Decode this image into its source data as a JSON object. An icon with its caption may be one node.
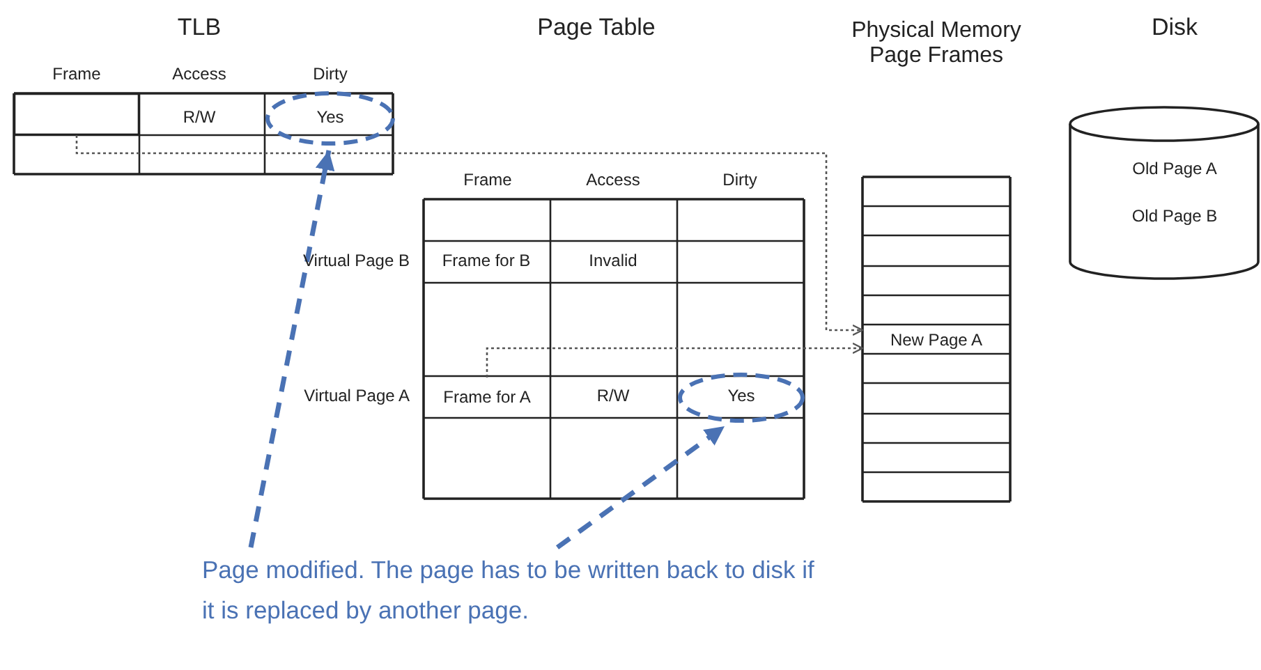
{
  "diagram": {
    "nodes": [
      {
        "text": [
          "TLB",
          "Frame",
          "Access",
          "Dirty"
        ]
      },
      {
        "text": [],
        "shape": "box",
        "in": 0
      },
      {
        "text": [
          "Yes"
        ],
        "in": 0
      },
      {
        "text": [
          "Page Table",
          "Frame",
          "Access",
          "Dirty"
        ]
      },
      {
        "text": [
          "Frame for A"
        ],
        "in": 3
      },
      {
        "text": [
          "Yes"
        ],
        "in": 3
      },
      {
        "text": [
          "Physical Memory Page Frames"
        ]
      },
      {
        "text": [
          "New Page A"
        ],
        "in": 6
      },
      {
        "text": [
          "Disk",
          "Old Page A",
          "Old Page B"
        ]
      },
      {
        "text": [
          "Page modified. The page has to be written back to disk if it is replaced by another page."
        ]
      }
    ],
    "edges": [
      {
        "from": 1,
        "to": 7,
        "arrow": "to",
        "style": "dashed",
        "color": "#555555"
      },
      {
        "from": 4,
        "to": 7,
        "arrow": "to",
        "style": "dashed",
        "color": "#555555"
      },
      {
        "from": 9,
        "to": 2,
        "arrow": "to",
        "style": "dashed",
        "color": "#4a72b4"
      },
      {
        "from": 9,
        "to": 5,
        "arrow": "to",
        "style": "dashed",
        "color": "#4a72b4"
      }
    ],
    "labels": [
      "R/W",
      "Virtual Page B",
      "Frame for B",
      "Invalid",
      "Virtual Page A",
      "R/W"
    ]
  }
}
